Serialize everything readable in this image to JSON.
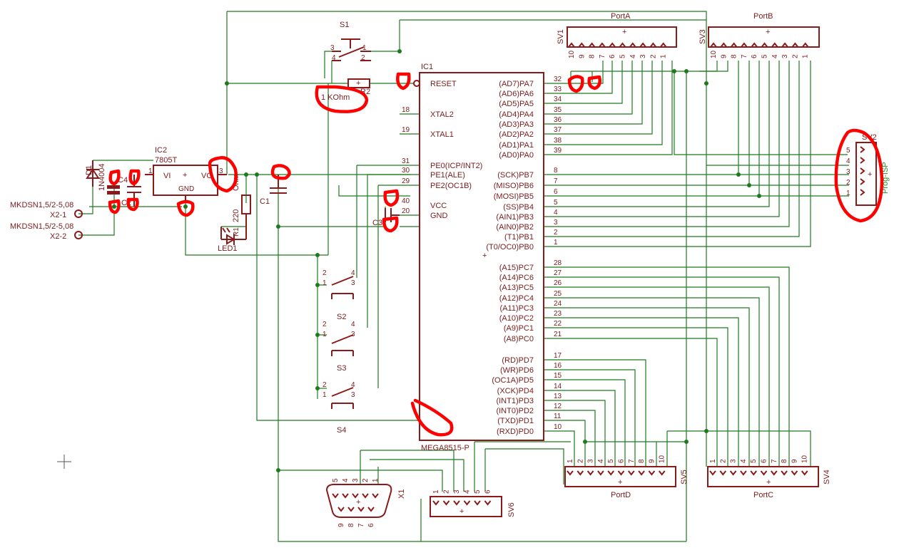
{
  "parts": {
    "ic1": {
      "name": "IC1",
      "value": "MEGA8515-P"
    },
    "ic2": {
      "name": "IC2",
      "value": "7805T",
      "vi": "VI",
      "vo": "VO",
      "gnd": "GND",
      "pin1": "1",
      "pin3": "3"
    },
    "d1": {
      "name": "D1",
      "value": "1N4004"
    },
    "r2": {
      "name": "R2",
      "value": "1 KOhm"
    },
    "r1": {
      "name": "R1",
      "value": "220",
      "unit": "Ohm"
    },
    "led1": {
      "name": "LED1"
    },
    "c1": {
      "name": "C1"
    },
    "c2": {
      "name": "C2"
    },
    "c3": {
      "name": "C3"
    },
    "c4": {
      "name": "C4"
    },
    "s1": {
      "name": "S1"
    },
    "s2": {
      "name": "S2"
    },
    "s3": {
      "name": "S3"
    },
    "s4": {
      "name": "S4"
    },
    "x1": {
      "name": "X1"
    },
    "x2_1": {
      "name": "X2-1",
      "value": "MKDSN1,5/2-5,08"
    },
    "x2_2": {
      "name": "X2-2",
      "value": "MKDSN1,5/2-5,08"
    },
    "sv1": {
      "name": "SV1",
      "label": "PortA"
    },
    "sv3": {
      "name": "SV3",
      "label": "PortB"
    },
    "sv5": {
      "name": "SV5",
      "label": "PortD"
    },
    "sv4": {
      "name": "SV4",
      "label": "PortC"
    },
    "sv2": {
      "name": "SV2",
      "label": "Prog-ISP"
    },
    "sv6": {
      "name": "SV6"
    }
  },
  "ic1_left_pins": [
    {
      "num": "",
      "label": "RESET"
    },
    {
      "num": "18",
      "label": "XTAL2"
    },
    {
      "num": "19",
      "label": "XTAL1"
    },
    {
      "num": "31",
      "label": "PE0(ICP/INT2)"
    },
    {
      "num": "30",
      "label": "PE1(ALE)"
    },
    {
      "num": "29",
      "label": "PE2(OC1B)"
    },
    {
      "num": "40",
      "label": "VCC"
    },
    {
      "num": "20",
      "label": "GND"
    }
  ],
  "ic1_right_pins": [
    {
      "num": "32",
      "label": "(AD7)PA7"
    },
    {
      "num": "33",
      "label": "(AD6)PA6"
    },
    {
      "num": "34",
      "label": "(AD5)PA5"
    },
    {
      "num": "35",
      "label": "(AD4)PA4"
    },
    {
      "num": "36",
      "label": "(AD3)PA3"
    },
    {
      "num": "37",
      "label": "(AD2)PA2"
    },
    {
      "num": "38",
      "label": "(AD1)PA1"
    },
    {
      "num": "39",
      "label": "(AD0)PA0"
    },
    {
      "num": "8",
      "label": "(SCK)PB7"
    },
    {
      "num": "7",
      "label": "(MISO)PB6"
    },
    {
      "num": "6",
      "label": "(MOSI)PB5"
    },
    {
      "num": "5",
      "label": "(SS)PB4"
    },
    {
      "num": "4",
      "label": "(AIN1)PB3"
    },
    {
      "num": "3",
      "label": "(AIN0)PB2"
    },
    {
      "num": "2",
      "label": "(T1)PB1"
    },
    {
      "num": "1",
      "label": "(T0/OC0)PB0"
    },
    {
      "num": "28",
      "label": "(A15)PC7"
    },
    {
      "num": "27",
      "label": "(A14)PC6"
    },
    {
      "num": "26",
      "label": "(A13)PC5"
    },
    {
      "num": "25",
      "label": "(A12)PC4"
    },
    {
      "num": "24",
      "label": "(A11)PC3"
    },
    {
      "num": "23",
      "label": "(A10)PC2"
    },
    {
      "num": "22",
      "label": "(A9)PC1"
    },
    {
      "num": "21",
      "label": "(A8)PC0"
    },
    {
      "num": "17",
      "label": "(RD)PD7"
    },
    {
      "num": "16",
      "label": "(WR)PD6"
    },
    {
      "num": "15",
      "label": "(OC1A)PD5"
    },
    {
      "num": "14",
      "label": "(XCK)PD4"
    },
    {
      "num": "13",
      "label": "(INT1)PD3"
    },
    {
      "num": "12",
      "label": "(INT0)PD2"
    },
    {
      "num": "11",
      "label": "(TXD)PD1"
    },
    {
      "num": "10",
      "label": "(RXD)PD0"
    }
  ],
  "header10_pins_desc": [
    "10",
    "9",
    "8",
    "7",
    "6",
    "5",
    "4",
    "3",
    "2",
    "1"
  ],
  "header10_pins_asc": [
    "1",
    "2",
    "3",
    "4",
    "5",
    "6",
    "7",
    "8",
    "9",
    "10"
  ],
  "isp_pins": [
    "5",
    "4",
    "3",
    "2",
    "1"
  ],
  "sv6_pins": [
    "1",
    "2",
    "3",
    "4",
    "5",
    "6"
  ],
  "x1_pins_top": [
    "5",
    "4",
    "3",
    "2",
    "1"
  ],
  "x1_pins_bottom": [
    "9",
    "8",
    "7",
    "6"
  ],
  "switch_pins": [
    "1",
    "2",
    "3",
    "4"
  ],
  "plus": "+",
  "colors": {
    "wire": "#1f7a1f",
    "part": "#8b1a1a",
    "annotation": "#ff0000",
    "name": "#2b8a2b"
  }
}
